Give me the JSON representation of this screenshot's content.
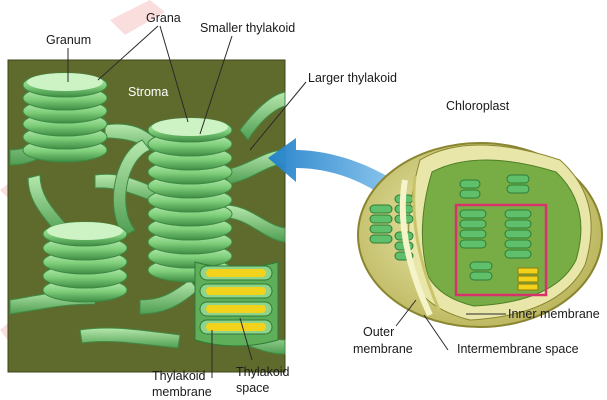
{
  "labels": {
    "grana": "Grana",
    "granum": "Granum",
    "smaller_thylakoid": "Smaller thylakoid",
    "larger_thylakoid": "Larger thylakoid",
    "stroma": "Stroma",
    "chloroplast": "Chloroplast",
    "outer_membrane": [
      "Outer",
      "membrane"
    ],
    "inner_membrane": "Inner membrane",
    "intermembrane_space": "Intermembrane space",
    "thylakoid_membrane": [
      "Thylakoid",
      "membrane"
    ],
    "thylakoid_space": [
      "Thylakoid",
      "space"
    ]
  },
  "colors": {
    "panel_bg": "#5e6a2a",
    "thylakoid_green": "#7dcc7a",
    "thylakoid_light": "#bdeab4",
    "thylakoid_dark": "#3f8f46",
    "lumen_yellow": "#f2d21a",
    "chloroplast_shell": "#d6d48a",
    "chloroplast_inner": "#8fb64a",
    "zoom_box": "#d6336c",
    "arrow_blue": "#4aa6e0",
    "watermark_red": "#f2b8b8"
  },
  "watermark": "decorative red diagonal text",
  "arrow": "curved-arrow-icon"
}
